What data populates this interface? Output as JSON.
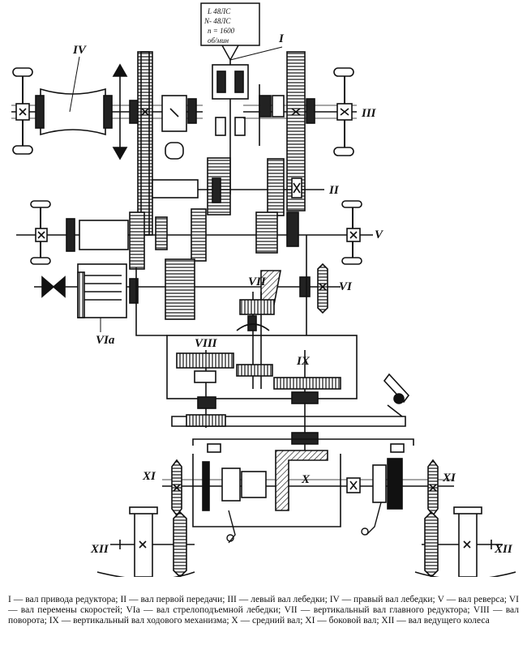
{
  "engine_plate": {
    "lines": [
      "L 48ЛС",
      "N- 48ЛС",
      "n = 1600",
      "об/мин"
    ]
  },
  "shaft_labels": {
    "I": "I",
    "II": "II",
    "III": "III",
    "IV": "IV",
    "V": "V",
    "VI": "VI",
    "VIa": "VIa",
    "VII": "VII",
    "VIII": "VIII",
    "IX": "IX",
    "X": "X",
    "XI_left": "XI",
    "XI_right": "XI",
    "XII_left": "XII",
    "XII_right": "XII"
  },
  "caption": {
    "text": "I — вал привода редуктора; II — вал первой передачи; III — левый вал лебедки; IV — правый вал лебедки; V — вал реверса; VI — вал перемены скоростей; VIa — вал стрелоподъемной лебедки; VII — вертикальный вал главного редуктора; VIII — вал поворота; IX — вертикальный вал ходового механизма; X — средний вал; XI — боковой вал; XII — вал ведущего колеса"
  }
}
